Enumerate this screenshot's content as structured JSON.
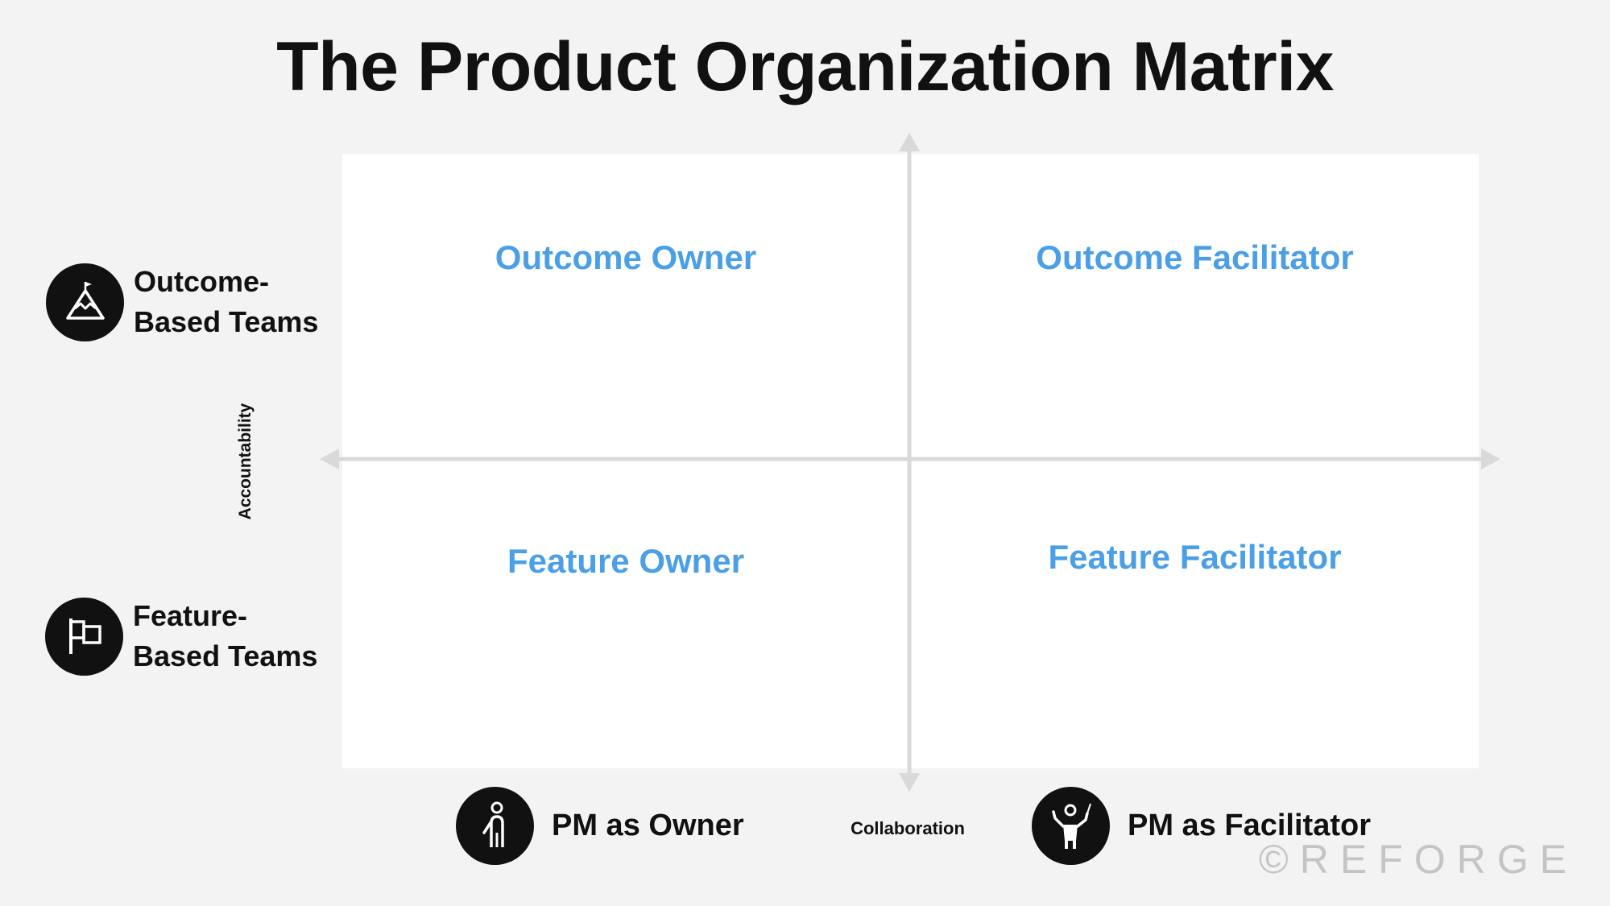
{
  "title": "The Product Organization Matrix",
  "quadrants": {
    "top_left": "Outcome Owner",
    "top_right": "Outcome Facilitator",
    "bottom_left": "Feature Owner",
    "bottom_right": "Feature Facilitator"
  },
  "row_labels": [
    {
      "line1": "Outcome-",
      "line2": "Based Teams",
      "icon": "mountain-flag-icon"
    },
    {
      "line1": "Feature-",
      "line2": "Based Teams",
      "icon": "flag-icon"
    }
  ],
  "column_labels": [
    {
      "text": "PM as Owner",
      "icon": "person-icon"
    },
    {
      "text": "PM as Facilitator",
      "icon": "conductor-icon"
    }
  ],
  "axis_y_label": "Accountability",
  "axis_x_label": "Collaboration",
  "watermark": "©REFORGE",
  "colors": {
    "background": "#f3f3f3",
    "quadrant_text": "#4a9fe6",
    "axis": "#d9d9d9",
    "icon_circle": "#111111"
  }
}
